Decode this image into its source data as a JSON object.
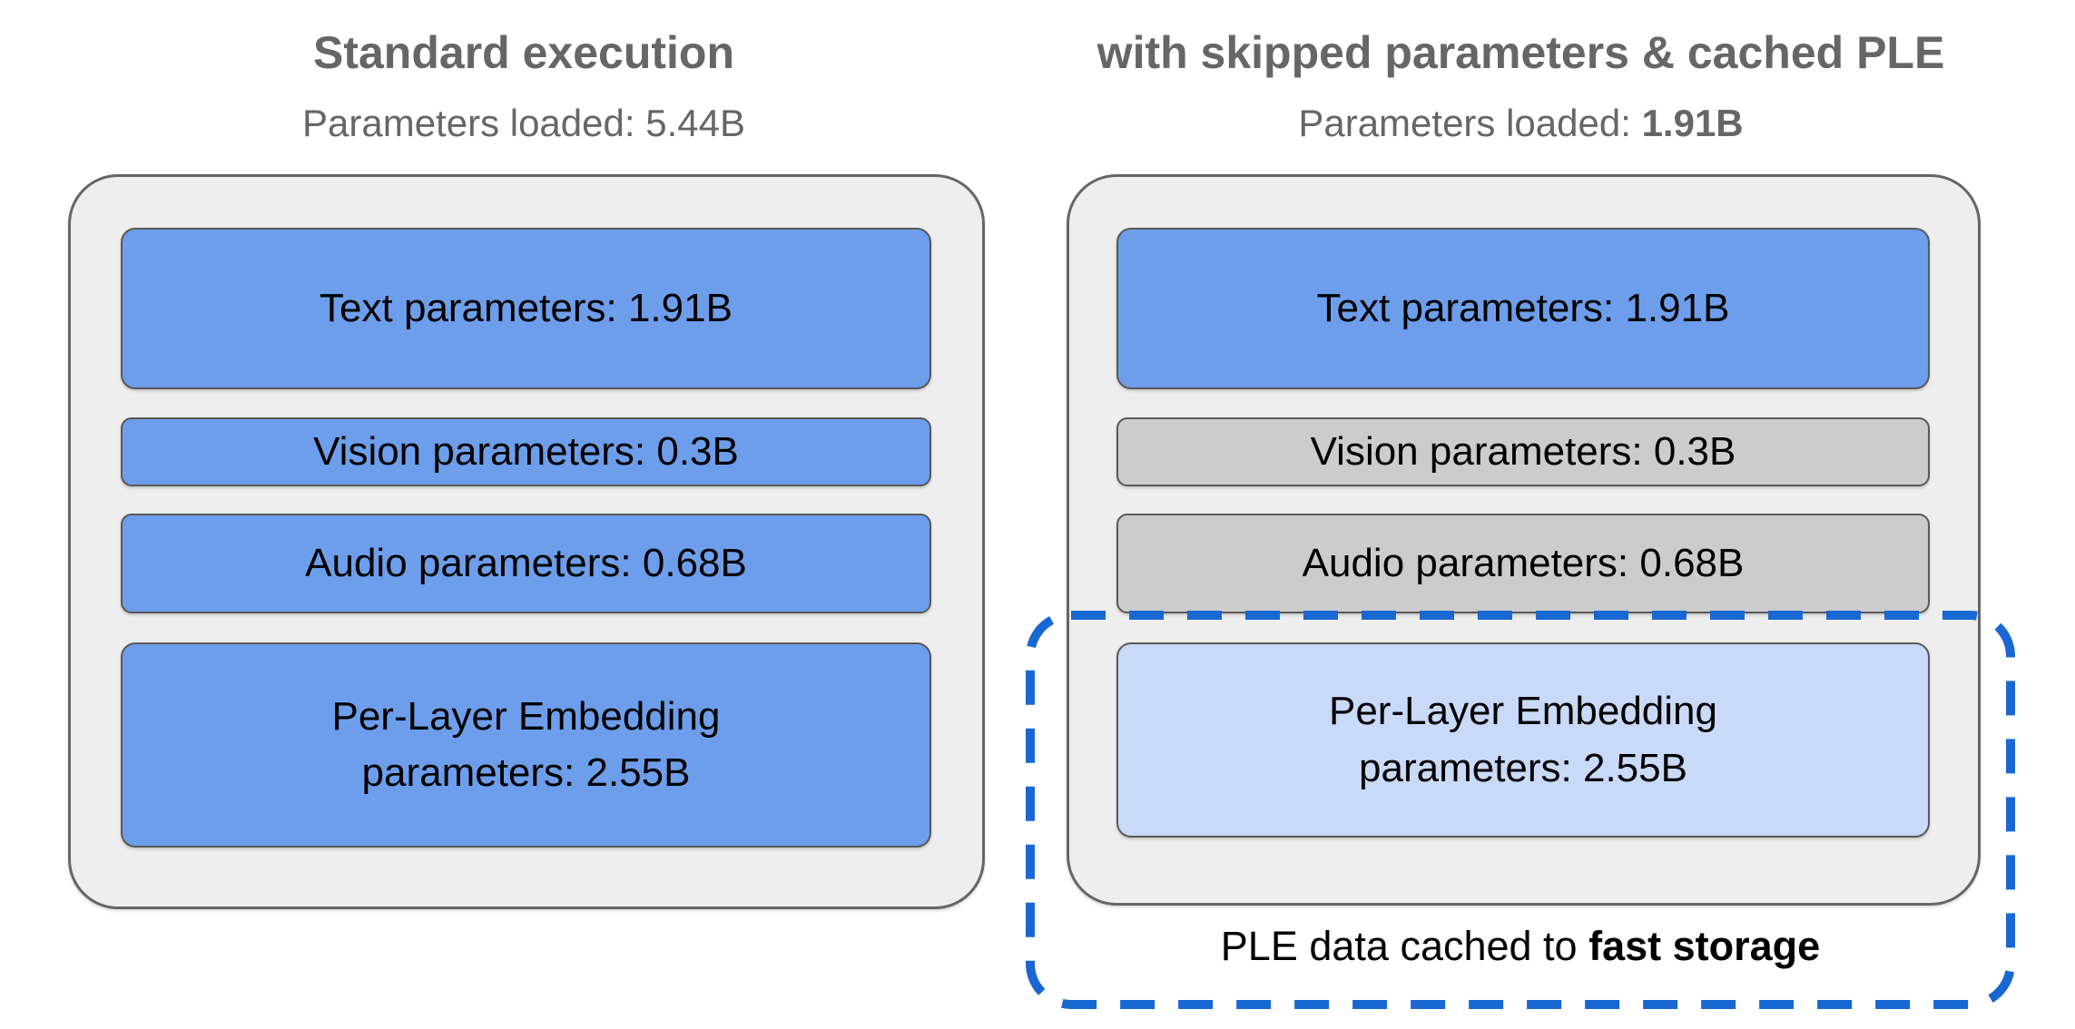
{
  "palette": {
    "blue": "#6d9eeb",
    "light_blue": "#c9daf8",
    "gray_box": "#cccccc",
    "container_bg": "#eeeeee",
    "container_border": "#666666",
    "box_border": "#595959",
    "dashed_blue": "#1967d2",
    "title_gray": "#666666",
    "text_black": "#000000"
  },
  "left_panel": {
    "title": "Standard execution",
    "subtitle": {
      "label": "Parameters loaded: ",
      "value": "5.44B"
    },
    "boxes": [
      {
        "name": "text",
        "label": "Text parameters: 1.91B"
      },
      {
        "name": "vision",
        "label": "Vision parameters: 0.3B"
      },
      {
        "name": "audio",
        "label": "Audio parameters: 0.68B"
      },
      {
        "name": "ple",
        "label": "Per-Layer Embedding\nparameters: 2.55B"
      }
    ]
  },
  "right_panel": {
    "title": "with skipped parameters & cached PLE",
    "subtitle": {
      "label": "Parameters loaded: ",
      "value": "1.91B"
    },
    "boxes": [
      {
        "name": "text",
        "label": "Text parameters: 1.91B"
      },
      {
        "name": "vision",
        "label": "Vision parameters: 0.3B"
      },
      {
        "name": "audio",
        "label": "Audio parameters: 0.68B"
      },
      {
        "name": "ple",
        "label": "Per-Layer Embedding\nparameters: 2.55B"
      }
    ],
    "caption": {
      "prefix": "PLE data cached to ",
      "bold": "fast storage"
    }
  }
}
